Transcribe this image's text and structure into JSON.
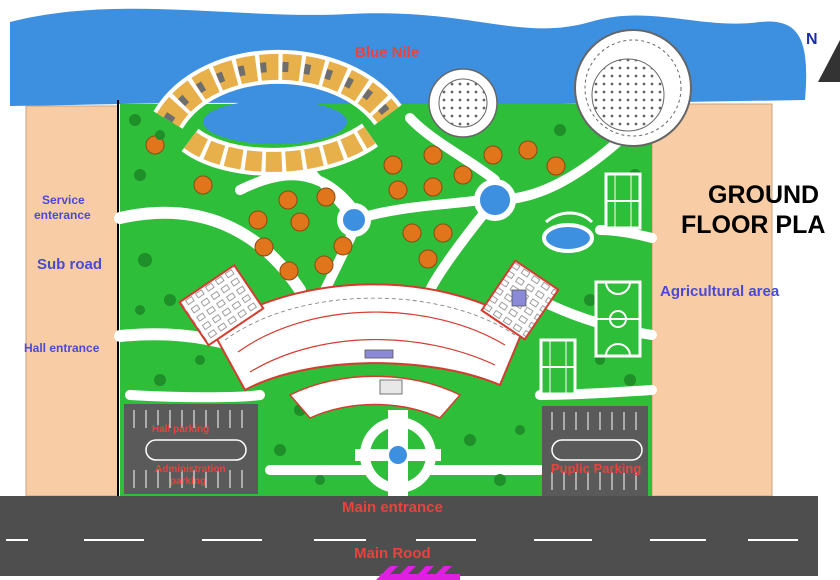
{
  "title": {
    "line1": "GROUND",
    "line2": "FLOOR PLA"
  },
  "north_label": "N",
  "labels": {
    "river": "Blue Nile",
    "service_entrance_1": "Service",
    "service_entrance_2": "enterance",
    "sub_road": "Sub road",
    "hall_entrance": "Hall entrance",
    "agricultural_area": "Agricultural area",
    "hall_parking": "Hall parking",
    "administration_parking_1": "Administration",
    "administration_parking_2": "parking",
    "public_parking": "Puplic Parking",
    "main_entrance": "Main entrance",
    "main_road": "Main Rood"
  },
  "colors": {
    "river": "#3d8fe0",
    "grass": "#2fbe3a",
    "path": "#ffffff",
    "side_strip": "#f8cca4",
    "road": "#4e4e4e",
    "parking": "#5a5a5a",
    "building_outline": "#d43c30",
    "tree": "#e0751c",
    "pool": "#3d8fe0",
    "court": "#2fbe3a",
    "accent_magenta": "#e020e0"
  }
}
